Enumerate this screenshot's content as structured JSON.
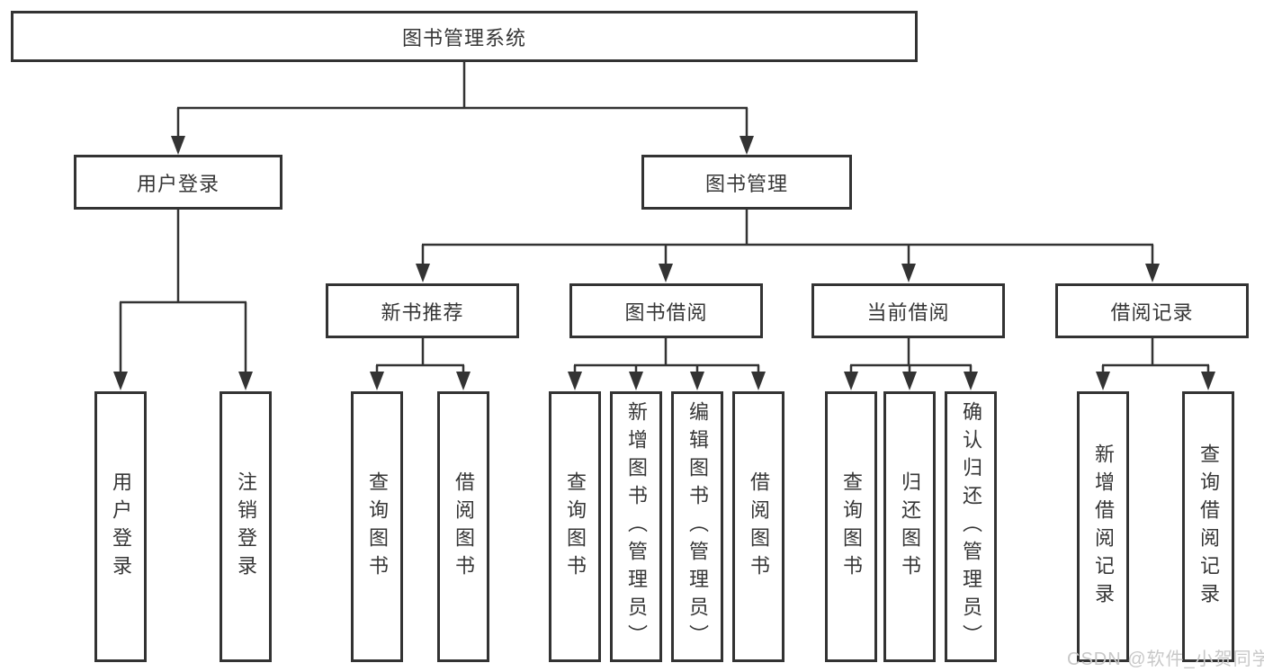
{
  "tree": {
    "root": {
      "label": "图书管理系统",
      "children": [
        {
          "label": "用户登录",
          "children": [
            {
              "label": "用户登录"
            },
            {
              "label": "注销登录"
            }
          ]
        },
        {
          "label": "图书管理",
          "children": [
            {
              "label": "新书推荐",
              "children": [
                {
                  "label": "查询图书"
                },
                {
                  "label": "借阅图书"
                }
              ]
            },
            {
              "label": "图书借阅",
              "children": [
                {
                  "label": "查询图书"
                },
                {
                  "label": "新增图书（管理员）"
                },
                {
                  "label": "编辑图书（管理员）"
                },
                {
                  "label": "借阅图书"
                }
              ]
            },
            {
              "label": "当前借阅",
              "children": [
                {
                  "label": "查询图书"
                },
                {
                  "label": "归还图书"
                },
                {
                  "label": "确认归还（管理员）"
                }
              ]
            },
            {
              "label": "借阅记录",
              "children": [
                {
                  "label": "新增借阅记录"
                },
                {
                  "label": "查询借阅记录"
                }
              ]
            }
          ]
        }
      ]
    }
  },
  "watermark": {
    "text": "CSDN @软件_小贺同学"
  },
  "colors": {
    "line": "#333333",
    "border": "#333333",
    "text": "#363636",
    "watermark": "#c8c8c8",
    "background": "#ffffff"
  }
}
